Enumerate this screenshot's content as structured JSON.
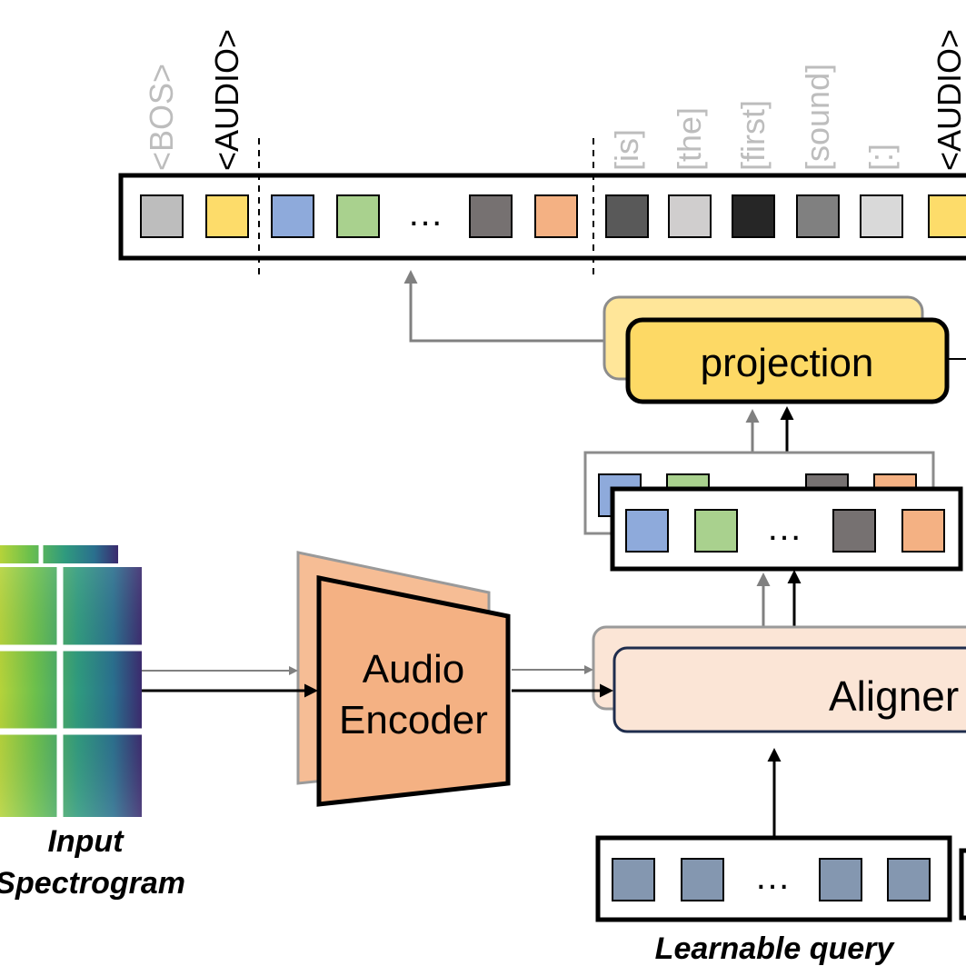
{
  "sequence": {
    "tokens": [
      {
        "label": "<BOS>",
        "text_color": "#bdbdbd",
        "fill": "#bdbdbd"
      },
      {
        "label": "<AUDIO>",
        "text_color": "#000000",
        "fill": "#fddc6a"
      },
      {
        "label": "",
        "fill": "#8eaadb"
      },
      {
        "label": "",
        "fill": "#a9d18e"
      },
      {
        "label": "…",
        "fill": "none"
      },
      {
        "label": "",
        "fill": "#767171"
      },
      {
        "label": "",
        "fill": "#f4b183"
      },
      {
        "label": "[is]",
        "text_color": "#bdbdbd",
        "fill": "#595959"
      },
      {
        "label": "[the]",
        "text_color": "#bdbdbd",
        "fill": "#d0cece"
      },
      {
        "label": "[first]",
        "text_color": "#bdbdbd",
        "fill": "#262626"
      },
      {
        "label": "[sound]",
        "text_color": "#bdbdbd",
        "fill": "#808080"
      },
      {
        "label": "[:]",
        "text_color": "#bdbdbd",
        "fill": "#d9d9d9"
      },
      {
        "label": "<AUDIO>",
        "text_color": "#000000",
        "fill": "#fddc6a"
      }
    ]
  },
  "projection": {
    "label": "projection",
    "fill": "#fdd965",
    "shadow_fill": "#ffe699"
  },
  "aligner_output": {
    "fills": [
      "#8eaadb",
      "#a9d18e",
      "…",
      "#767171",
      "#f4b183"
    ]
  },
  "aligner": {
    "label": "Aligner",
    "fill": "#fbe5d6"
  },
  "encoder": {
    "line1": "Audio",
    "line2": "Encoder",
    "fill": "#f4b183"
  },
  "input": {
    "line1": "Input",
    "line2": "Spectrogram"
  },
  "query": {
    "label": "Learnable query",
    "fill": "#8497b0",
    "ellipsis": "…"
  },
  "colors": {
    "gray_arrow": "#808080",
    "black": "#000000"
  }
}
